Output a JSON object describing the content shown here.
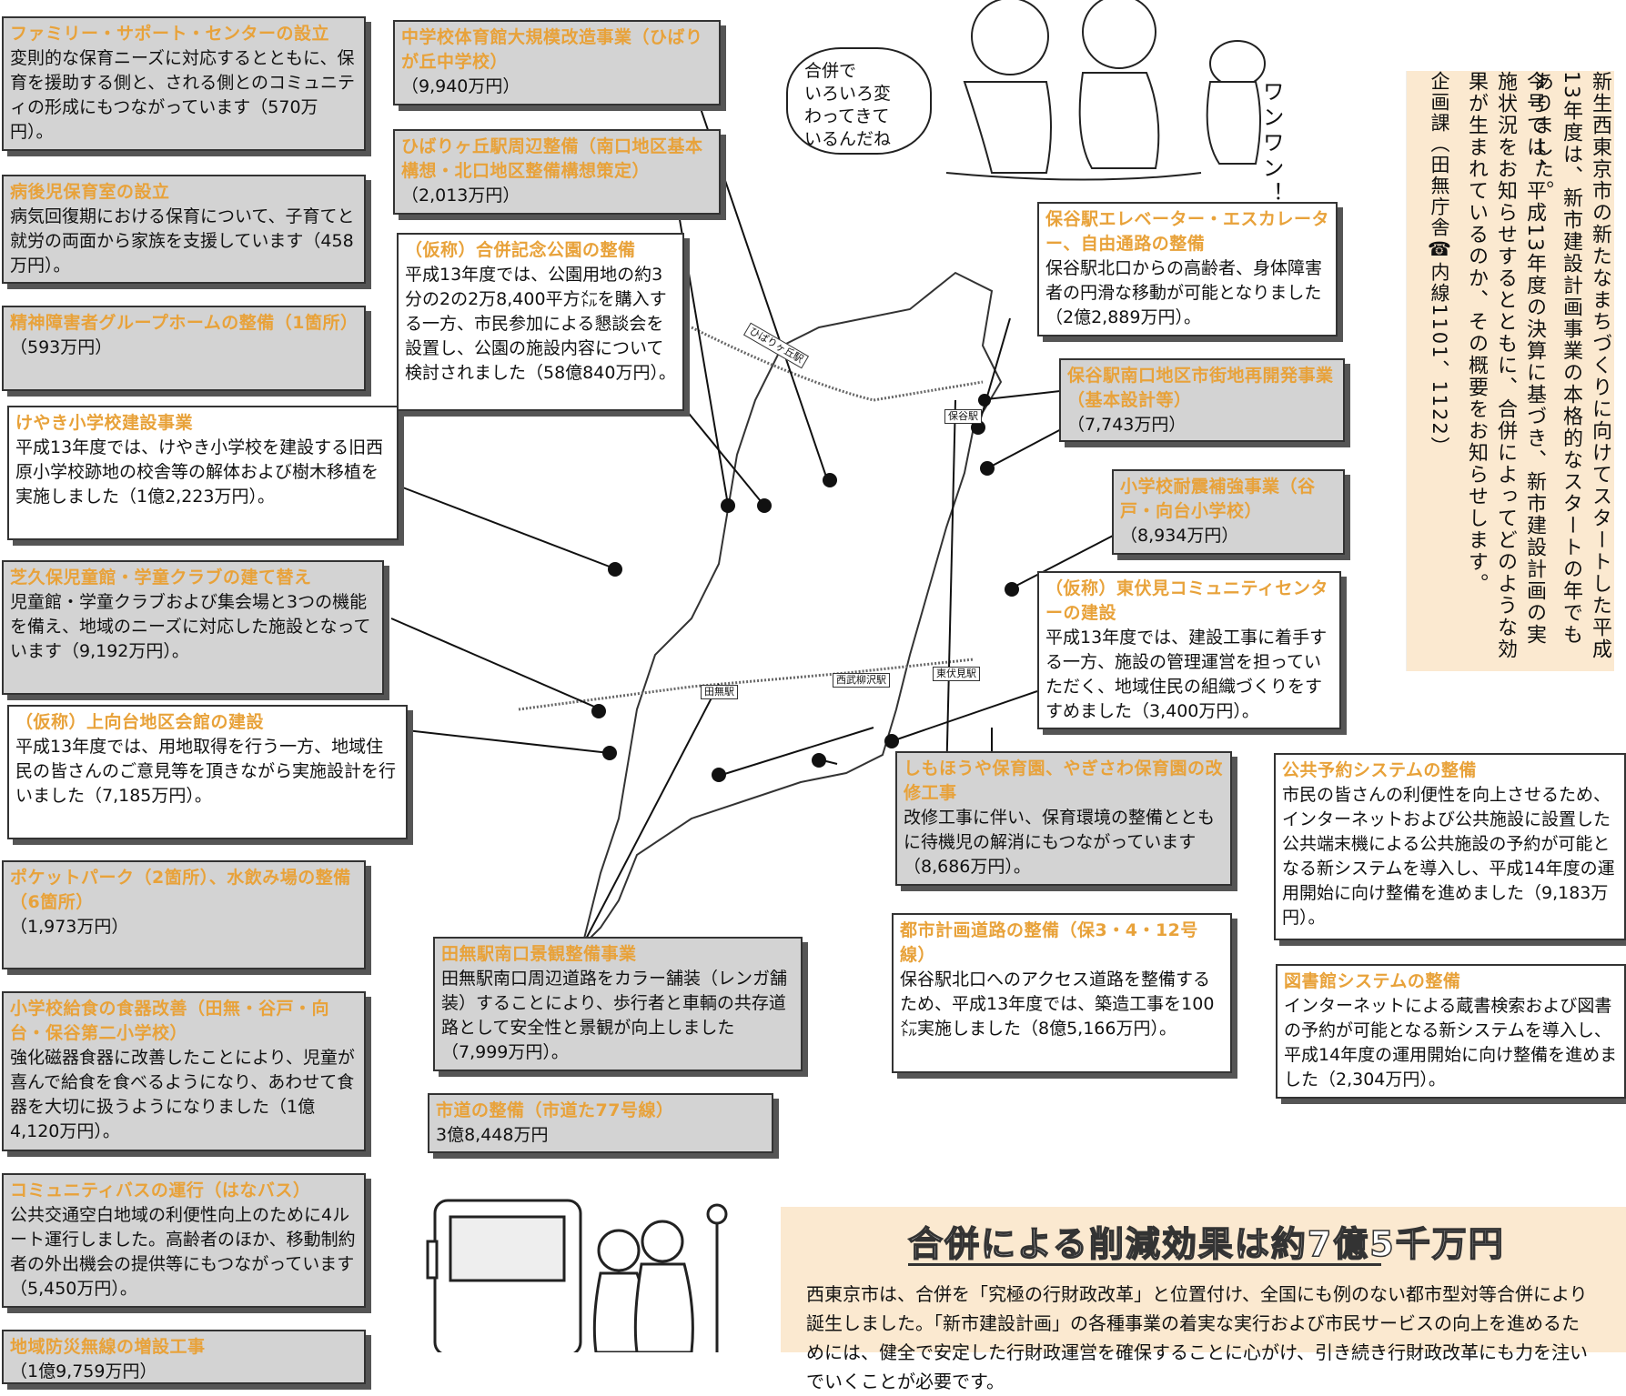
{
  "left_column": [
    {
      "title": "ファミリー・サポート・センターの設立",
      "body": "変則的な保育ニーズに対応するとともに、保育を援助する側と、される側とのコミュニティの形成にもつながっています（570万円）。"
    },
    {
      "title": "病後児保育室の設立",
      "body": "病気回復期における保育について、子育てと就労の両面から家族を支援しています（458万円）。"
    },
    {
      "title": "精神障害者グループホームの整備（1箇所）",
      "body": "（593万円）"
    },
    {
      "title": "けやき小学校建設事業",
      "body": "平成13年度では、けやき小学校を建設する旧西原小学校跡地の校舎等の解体および樹木移植を実施しました（1億2,223万円）。"
    },
    {
      "title": "芝久保児童館・学童クラブの建て替え",
      "body": "児童館・学童クラブおよび集会場と3つの機能を備え、地域のニーズに対応した施設となっています（9,192万円）。"
    },
    {
      "title": "（仮称）上向台地区会館の建設",
      "body": "平成13年度では、用地取得を行う一方、地域住民の皆さんのご意見等を頂きながら実施設計を行いました（7,185万円）。"
    },
    {
      "title": "ポケットパーク（2箇所）、水飲み場の整備（6箇所）",
      "body": "（1,973万円）"
    },
    {
      "title": "小学校給食の食器改善（田無・谷戸・向台・保谷第二小学校）",
      "body": "強化磁器食器に改善したことにより、児童が喜んで給食を食べるようになり、あわせて食器を大切に扱うようになりました（1億4,120万円）。"
    },
    {
      "title": "コミュニティバスの運行（はなバス）",
      "body": "公共交通空白地域の利便性向上のために4ルート運行しました。高齢者のほか、移動制約者の外出機会の提供等にもつながっています（5,450万円）。"
    },
    {
      "title": "地域防災無線の増設工事",
      "body": "（1億9,759万円）"
    }
  ],
  "center_column": [
    {
      "title": "中学校体育館大規模改造事業（ひばりが丘中学校）",
      "body": "（9,940万円）"
    },
    {
      "title": "ひばりヶ丘駅周辺整備（南口地区基本構想・北口地区整備構想策定）",
      "body": "（2,013万円）"
    },
    {
      "title": "（仮称）合併記念公園の整備",
      "body": "平成13年度では、公園用地の約3分の2の2万8,400平方㍍を購入する一方、市民参加による懇談会を設置し、公園の施設内容について検討されました（58億840万円）。"
    },
    {
      "title": "田無駅南口景観整備事業",
      "body": "田無駅南口周辺道路をカラー舗装（レンガ舗装）することにより、歩行者と車輌の共存道路として安全性と景観が向上しました（7,999万円）。"
    },
    {
      "title": "市道の整備（市道た77号線）",
      "body": "3億8,448万円"
    }
  ],
  "right_column": [
    {
      "title": "保谷駅エレベーター・エスカレーター、自由通路の整備",
      "body": "保谷駅北口からの高齢者、身体障害者の円滑な移動が可能となりました（2億2,889万円）。"
    },
    {
      "title": "保谷駅南口地区市街地再開発事業（基本設計等）",
      "body": "（7,743万円）"
    },
    {
      "title": "小学校耐震補強事業（谷戸・向台小学校）",
      "body": "（8,934万円）"
    },
    {
      "title": "（仮称）東伏見コミュニティセンターの建設",
      "body": "平成13年度では、建設工事に着手する一方、施設の管理運営を担っていただく、地域住民の組織づくりをすすめました（3,400万円）。"
    },
    {
      "title": "しもほうや保育園、やぎさわ保育園の改修工事",
      "body": "改修工事に伴い、保育環境の整備とともに待機児の解消にもつながっています（8,686万円）。"
    },
    {
      "title": "都市計画道路の整備（保3・4・12号線）",
      "body": "保谷駅北口へのアクセス道路を整備するため、平成13年度では、築造工事を100㍍実施しました（8億5,166万円）。"
    }
  ],
  "far_right": [
    {
      "title": "公共予約システムの整備",
      "body": "市民の皆さんの利便性を向上させるため、インターネットおよび公共施設に設置した公共端末機による公共施設の予約が可能となる新システムを導入し、平成14年度の運用開始に向け整備を進めました（9,183万円）。"
    },
    {
      "title": "図書館システムの整備",
      "body": "インターネットによる蔵書検索および図書の予約が可能となる新システムを導入し、平成14年度の運用開始に向け整備を進めました（2,304万円）。"
    }
  ],
  "intro": {
    "lines": [
      "新生西東京市の新たなまちづくりに向けてスタートした平成13年度は、新市建設計画事業の本格的なスタートの年でもありました。",
      "今号では、平成13年度の決算に基づき、新市建設計画の実施状況をお知らせするとともに、合併によってどのような効果が生まれているのか、その概要をお知らせします。"
    ],
    "contact": "企画課（田無庁舎☎内線1101、1122）"
  },
  "bubble": [
    "合併で",
    "いろいろ変",
    "わってきて",
    "いるんだね"
  ],
  "woof": "ワンワン！",
  "stations": [
    "ひばりヶ丘駅",
    "保谷駅",
    "田無駅",
    "西武柳沢駅",
    "東伏見駅"
  ],
  "summary": {
    "heading": "合併による削減効果は約7億5千万円",
    "text": "西東京市は、合併を「究極の行財政改革」と位置付け、全国にも例のない都市型対等合併により誕生しました。「新市建設計画」の各種事業の着実な実行および市民サービスの向上を進めるためには、健全で安定した行財政運営を確保することに心がけ、引き続き行財政改革にも力を注いでいくことが必要です。"
  }
}
